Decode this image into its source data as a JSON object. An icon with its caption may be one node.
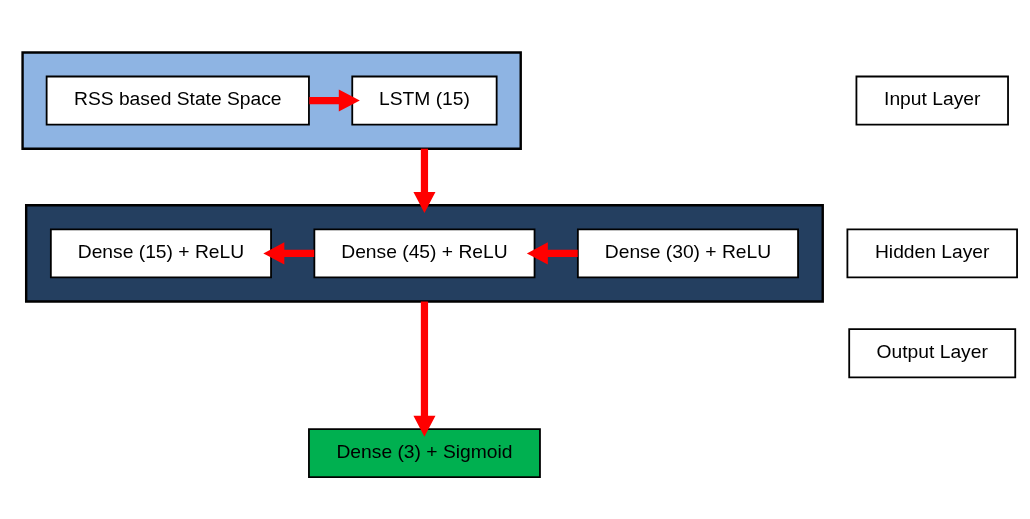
{
  "diagram": {
    "nodes": [
      {
        "text": [],
        "shape": "box"
      },
      {
        "text": [
          "RSS based State Space"
        ],
        "in": 0
      },
      {
        "text": [
          "LSTM (15)"
        ],
        "in": 0
      },
      {
        "text": [],
        "shape": "box"
      },
      {
        "text": [
          "Dense (15) + ReLU"
        ],
        "in": 3
      },
      {
        "text": [
          "Dense (45) + ReLU"
        ],
        "in": 3
      },
      {
        "text": [
          "Dense (30) + ReLU"
        ],
        "in": 3
      },
      {
        "text": [
          "Dense (3) + Sigmoid"
        ]
      },
      {
        "text": [
          "Input Layer"
        ]
      },
      {
        "text": [
          "Hidden Layer"
        ]
      },
      {
        "text": [
          "Output Layer"
        ]
      }
    ],
    "edges": [
      {
        "from": 1,
        "to": 2,
        "arrow": "to"
      },
      {
        "from": 0,
        "to": 3,
        "arrow": "to"
      },
      {
        "from": 6,
        "to": 5,
        "arrow": "to"
      },
      {
        "from": 5,
        "to": 4,
        "arrow": "to"
      },
      {
        "from": 3,
        "to": 7,
        "arrow": "to"
      }
    ]
  }
}
